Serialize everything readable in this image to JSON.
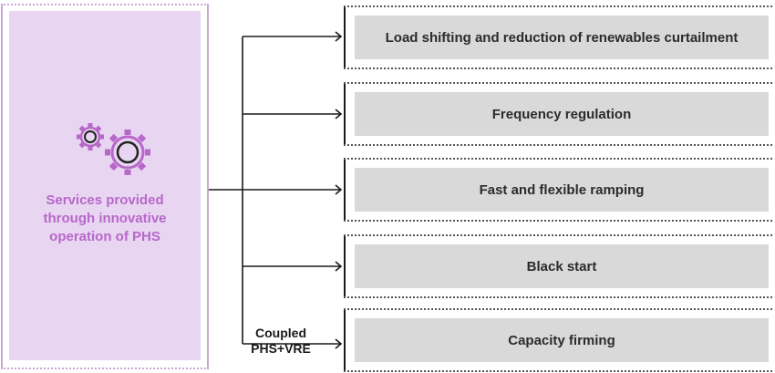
{
  "source": {
    "label_lines": [
      "Services provided",
      "through innovative",
      "operation of PHS"
    ],
    "icon": "gears-icon",
    "fill_color": "#e8d5f2",
    "text_color": "#b768c8",
    "border_color": "#c9a6d6"
  },
  "services": [
    {
      "label": "Load shifting and reduction of renewables curtailment"
    },
    {
      "label": "Frequency regulation"
    },
    {
      "label": "Fast and flexible ramping"
    },
    {
      "label": "Black start"
    },
    {
      "label": "Capacity firming"
    }
  ],
  "coupled": {
    "line1": "Coupled",
    "line2": "PHS+VRE"
  },
  "bar_color": "#d9d9d9"
}
